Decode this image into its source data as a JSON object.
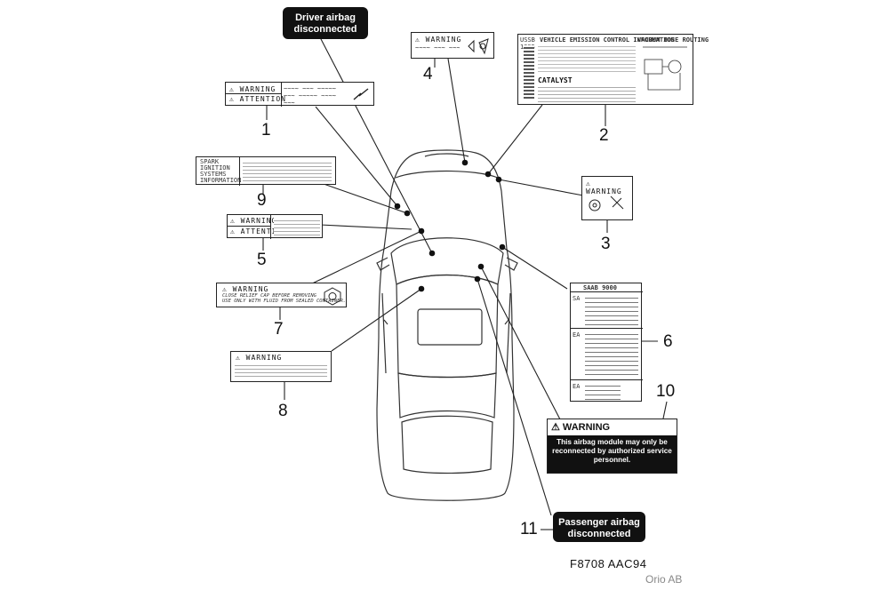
{
  "labels": {
    "l1": {
      "number": "1",
      "line1": "⚠ WARNING",
      "line2": "⚠ ATTENTION"
    },
    "l2": {
      "number": "2",
      "header": "VEHICLE EMISSION CONTROL INFORMATION",
      "header2": "VACUUM HOSE ROUTING",
      "catalyst": "CATALYST",
      "corner": "USSB 1995"
    },
    "l3": {
      "number": "3",
      "warning": "⚠ WARNING"
    },
    "l4": {
      "number": "4",
      "warning": "⚠ WARNING"
    },
    "l5": {
      "number": "5",
      "line1": "⚠ WARNING",
      "line2": "⚠ ATTENTION"
    },
    "l6": {
      "number": "6",
      "header": "SAAB 9000",
      "rows": [
        "SA",
        "EA",
        "EA"
      ]
    },
    "l7": {
      "number": "7",
      "warning": "⚠ WARNING",
      "text1": "CLOSE RELIEF CAP BEFORE REMOVING",
      "text2": "USE ONLY WITH FLUID FROM SEALED CONTAINER."
    },
    "l8": {
      "number": "8",
      "warning": "⚠ WARNING"
    },
    "l9": {
      "number": "9",
      "line1": "SPARK",
      "line2": "IGNITION",
      "line3": "SYSTEMS",
      "line4": "INFORMATION"
    },
    "l10": {
      "number": "10",
      "title": "⚠ WARNING",
      "body": "This airbag module may only be reconnected by authorized service personnel."
    },
    "l11": {
      "number": "11",
      "text": "Passenger airbag disconnected"
    },
    "driver": {
      "text": "Driver airbag disconnected"
    }
  },
  "footer": {
    "code": "F8708 AAC94",
    "credit": "Orio AB"
  }
}
